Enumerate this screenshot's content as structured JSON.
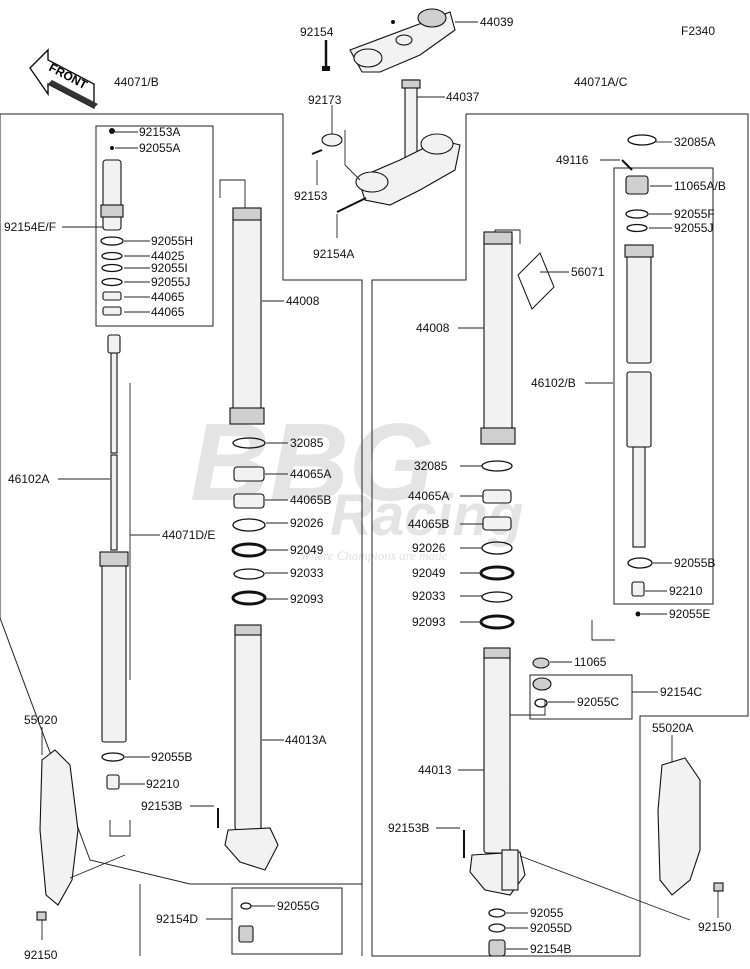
{
  "diagram": {
    "code": "F2340",
    "front_label": "FRONT",
    "watermark": {
      "main": "BBG",
      "sub": "Racing",
      "slogan": "Where Champions are made"
    },
    "labels": {
      "l92154_top": "92154",
      "l44039": "44039",
      "l44037": "44037",
      "l92173": "92173",
      "l92153_mid": "92153",
      "l92154A": "92154A",
      "l44071B": "44071/B",
      "l44071AC": "44071A/C",
      "l92153A": "92153A",
      "l92055A": "92055A",
      "l92154EF": "92154E/F",
      "l92055H": "92055H",
      "l44025": "44025",
      "l92055I": "92055I",
      "l92055J_l": "92055J",
      "l44065_1": "44065",
      "l44065_2": "44065",
      "l44008_l": "44008",
      "l32085_l": "32085",
      "l44065A_l": "44065A",
      "l44065B_l": "44065B",
      "l92026_l": "92026",
      "l92049_l": "92049",
      "l92033_l": "92033",
      "l92093_l": "92093",
      "l46102A": "46102A",
      "l44071DE": "44071D/E",
      "l92055B_l": "92055B",
      "l92210_l": "92210",
      "l92153B_l": "92153B",
      "l44013A": "44013A",
      "l55020": "55020",
      "l92150_l": "92150",
      "l92154D": "92154D",
      "l92055G": "92055G",
      "l32085A": "32085A",
      "l49116": "49116",
      "l11065AB": "11065A/B",
      "l92055F": "92055F",
      "l92055J_r": "92055J",
      "l56071": "56071",
      "l44008_r": "44008",
      "l46102B": "46102/B",
      "l32085_r": "32085",
      "l44065A_r": "44065A",
      "l44065B_r": "44065B",
      "l92026_r": "92026",
      "l92049_r": "92049",
      "l92033_r": "92033",
      "l92093_r": "92093",
      "l92055B_r": "92055B",
      "l92210_r": "92210",
      "l92055E": "92055E",
      "l11065": "11065",
      "l92154C": "92154C",
      "l92055C": "92055C",
      "l55020A": "55020A",
      "l44013": "44013",
      "l92153B_r": "92153B",
      "l92055_r": "92055",
      "l92055D": "92055D",
      "l92154B": "92154B",
      "l92150_r": "92150"
    }
  }
}
